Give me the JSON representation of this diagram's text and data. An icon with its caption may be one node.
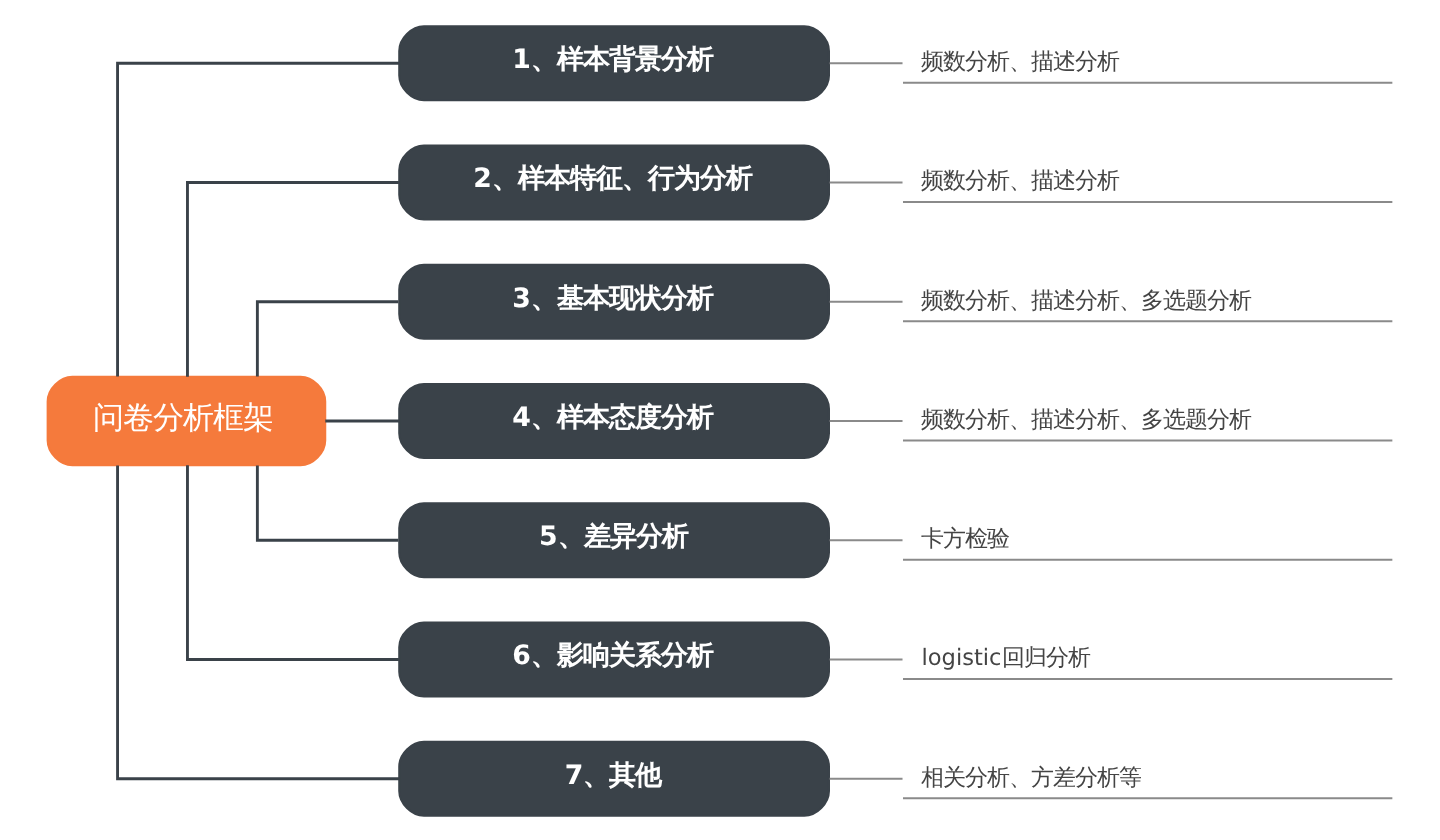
{
  "diagram": {
    "nodes": [
      {
        "text": [
          "问卷分析框架"
        ]
      },
      {
        "text": [
          "1、样本背景分析"
        ]
      },
      {
        "text": [
          "频数分析、描述分析"
        ]
      },
      {
        "text": [
          "2、样本特征、行为分析"
        ]
      },
      {
        "text": [
          "频数分析、描述分析"
        ]
      },
      {
        "text": [
          "3、基本现状分析"
        ]
      },
      {
        "text": [
          "频数分析、描述分析、多选题分析"
        ]
      },
      {
        "text": [
          "4、样本态度分析"
        ]
      },
      {
        "text": [
          "频数分析、描述分析、多选题分析"
        ]
      },
      {
        "text": [
          "5、差异分析"
        ]
      },
      {
        "text": [
          "卡方检验"
        ]
      },
      {
        "text": [
          "6、影响关系分析"
        ]
      },
      {
        "text": [
          "logistic回归分析"
        ]
      },
      {
        "text": [
          "7、其他"
        ]
      },
      {
        "text": [
          "相关分析、方差分析等"
        ]
      }
    ],
    "edges": [
      {
        "from": 0,
        "to": 1,
        "arrow": "none"
      },
      {
        "from": 1,
        "to": 2,
        "arrow": "none",
        "color": "#8a8a8a"
      },
      {
        "from": 0,
        "to": 3,
        "arrow": "none"
      },
      {
        "from": 3,
        "to": 4,
        "arrow": "none",
        "color": "#8a8a8a"
      },
      {
        "from": 0,
        "to": 5,
        "arrow": "none"
      },
      {
        "from": 5,
        "to": 6,
        "arrow": "none",
        "color": "#8a8a8a"
      },
      {
        "from": 0,
        "to": 7,
        "arrow": "none"
      },
      {
        "from": 7,
        "to": 8,
        "arrow": "none",
        "color": "#8a8a8a"
      },
      {
        "from": 0,
        "to": 9,
        "arrow": "none"
      },
      {
        "from": 9,
        "to": 10,
        "arrow": "none",
        "color": "#8a8a8a"
      },
      {
        "from": 0,
        "to": 11,
        "arrow": "none"
      },
      {
        "from": 11,
        "to": 12,
        "arrow": "none",
        "color": "#8a8a8a"
      },
      {
        "from": 0,
        "to": 13,
        "arrow": "none"
      },
      {
        "from": 13,
        "to": 14,
        "arrow": "none",
        "color": "#8a8a8a"
      }
    ]
  }
}
